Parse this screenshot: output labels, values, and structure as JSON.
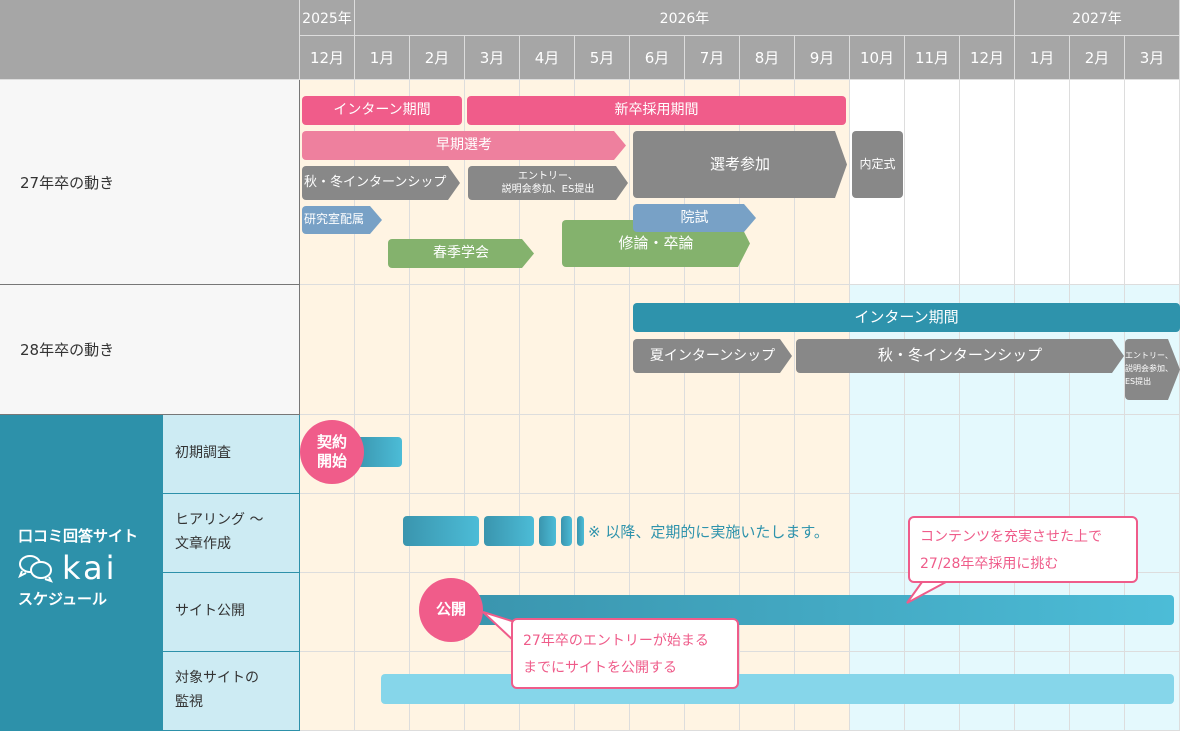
{
  "header": {
    "years": [
      "2025年",
      "2026年",
      "2027年"
    ],
    "months": [
      "12月",
      "1月",
      "2月",
      "3月",
      "4月",
      "5月",
      "6月",
      "7月",
      "8月",
      "9月",
      "10月",
      "11月",
      "12月",
      "1月",
      "2月",
      "3月"
    ]
  },
  "rows": {
    "r27": "27年卒の動き",
    "r28": "28年卒の動き"
  },
  "kai": {
    "line1": "口コミ回答サイト",
    "logo": "kai",
    "line3": "スケジュール",
    "subrows": [
      "初期調査",
      "ヒアリング ～\n文章作成",
      "サイト公開",
      "対象サイトの\n監視"
    ]
  },
  "bars27": {
    "intern": "インターン期間",
    "recruit": "新卒採用期間",
    "early": "早期選考",
    "autumn": "秋・冬インターンシップ",
    "entry": "エントリー、\n説明会参加、ES提出",
    "select": "選考参加",
    "naitei": "内定式",
    "lab": "研究室配属",
    "inshi": "院試",
    "spring": "春季学会",
    "thesis": "修論・卒論"
  },
  "bars28": {
    "intern": "インターン期間",
    "summer": "夏インターンシップ",
    "autumn": "秋・冬インターンシップ",
    "entry": "エントリー、\n説明会参加、\nES提出"
  },
  "kaibars": {
    "contract": "契約\n開始",
    "periodic": "※ 以降、定期的に実施いたします。",
    "publish": "公開",
    "callout1": "コンテンツを充実させた上で\n27/28年卒採用に挑む",
    "callout2": "27年卒のエントリーが始まる\nまでにサイトを公開する"
  }
}
